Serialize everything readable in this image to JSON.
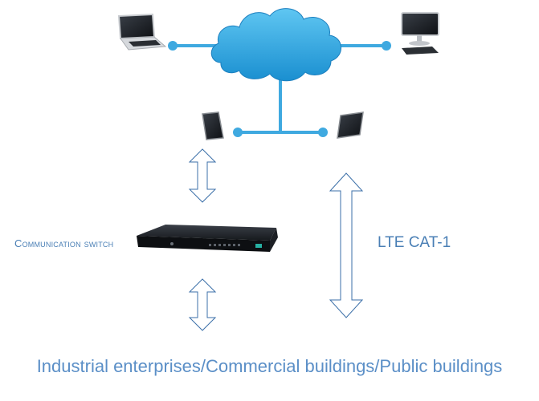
{
  "labels": {
    "switch": "Communication switch",
    "lte": "LTE CAT-1",
    "footer": "Industrial enterprises/Commercial buildings/Public buildings"
  },
  "icons": {
    "cloud": "cloud-icon",
    "laptop": "laptop-icon",
    "desktop": "desktop-monitor-icon",
    "tablet": "tablet-icon",
    "switch": "network-switch-icon",
    "arrow": "double-arrow-icon"
  },
  "colors": {
    "cloud": "#29a6df",
    "network_line": "#3fa9e0",
    "label_text": "#4a7fb5",
    "arrow_stroke": "#3b6fa8",
    "device_dark": "#1f2329"
  }
}
